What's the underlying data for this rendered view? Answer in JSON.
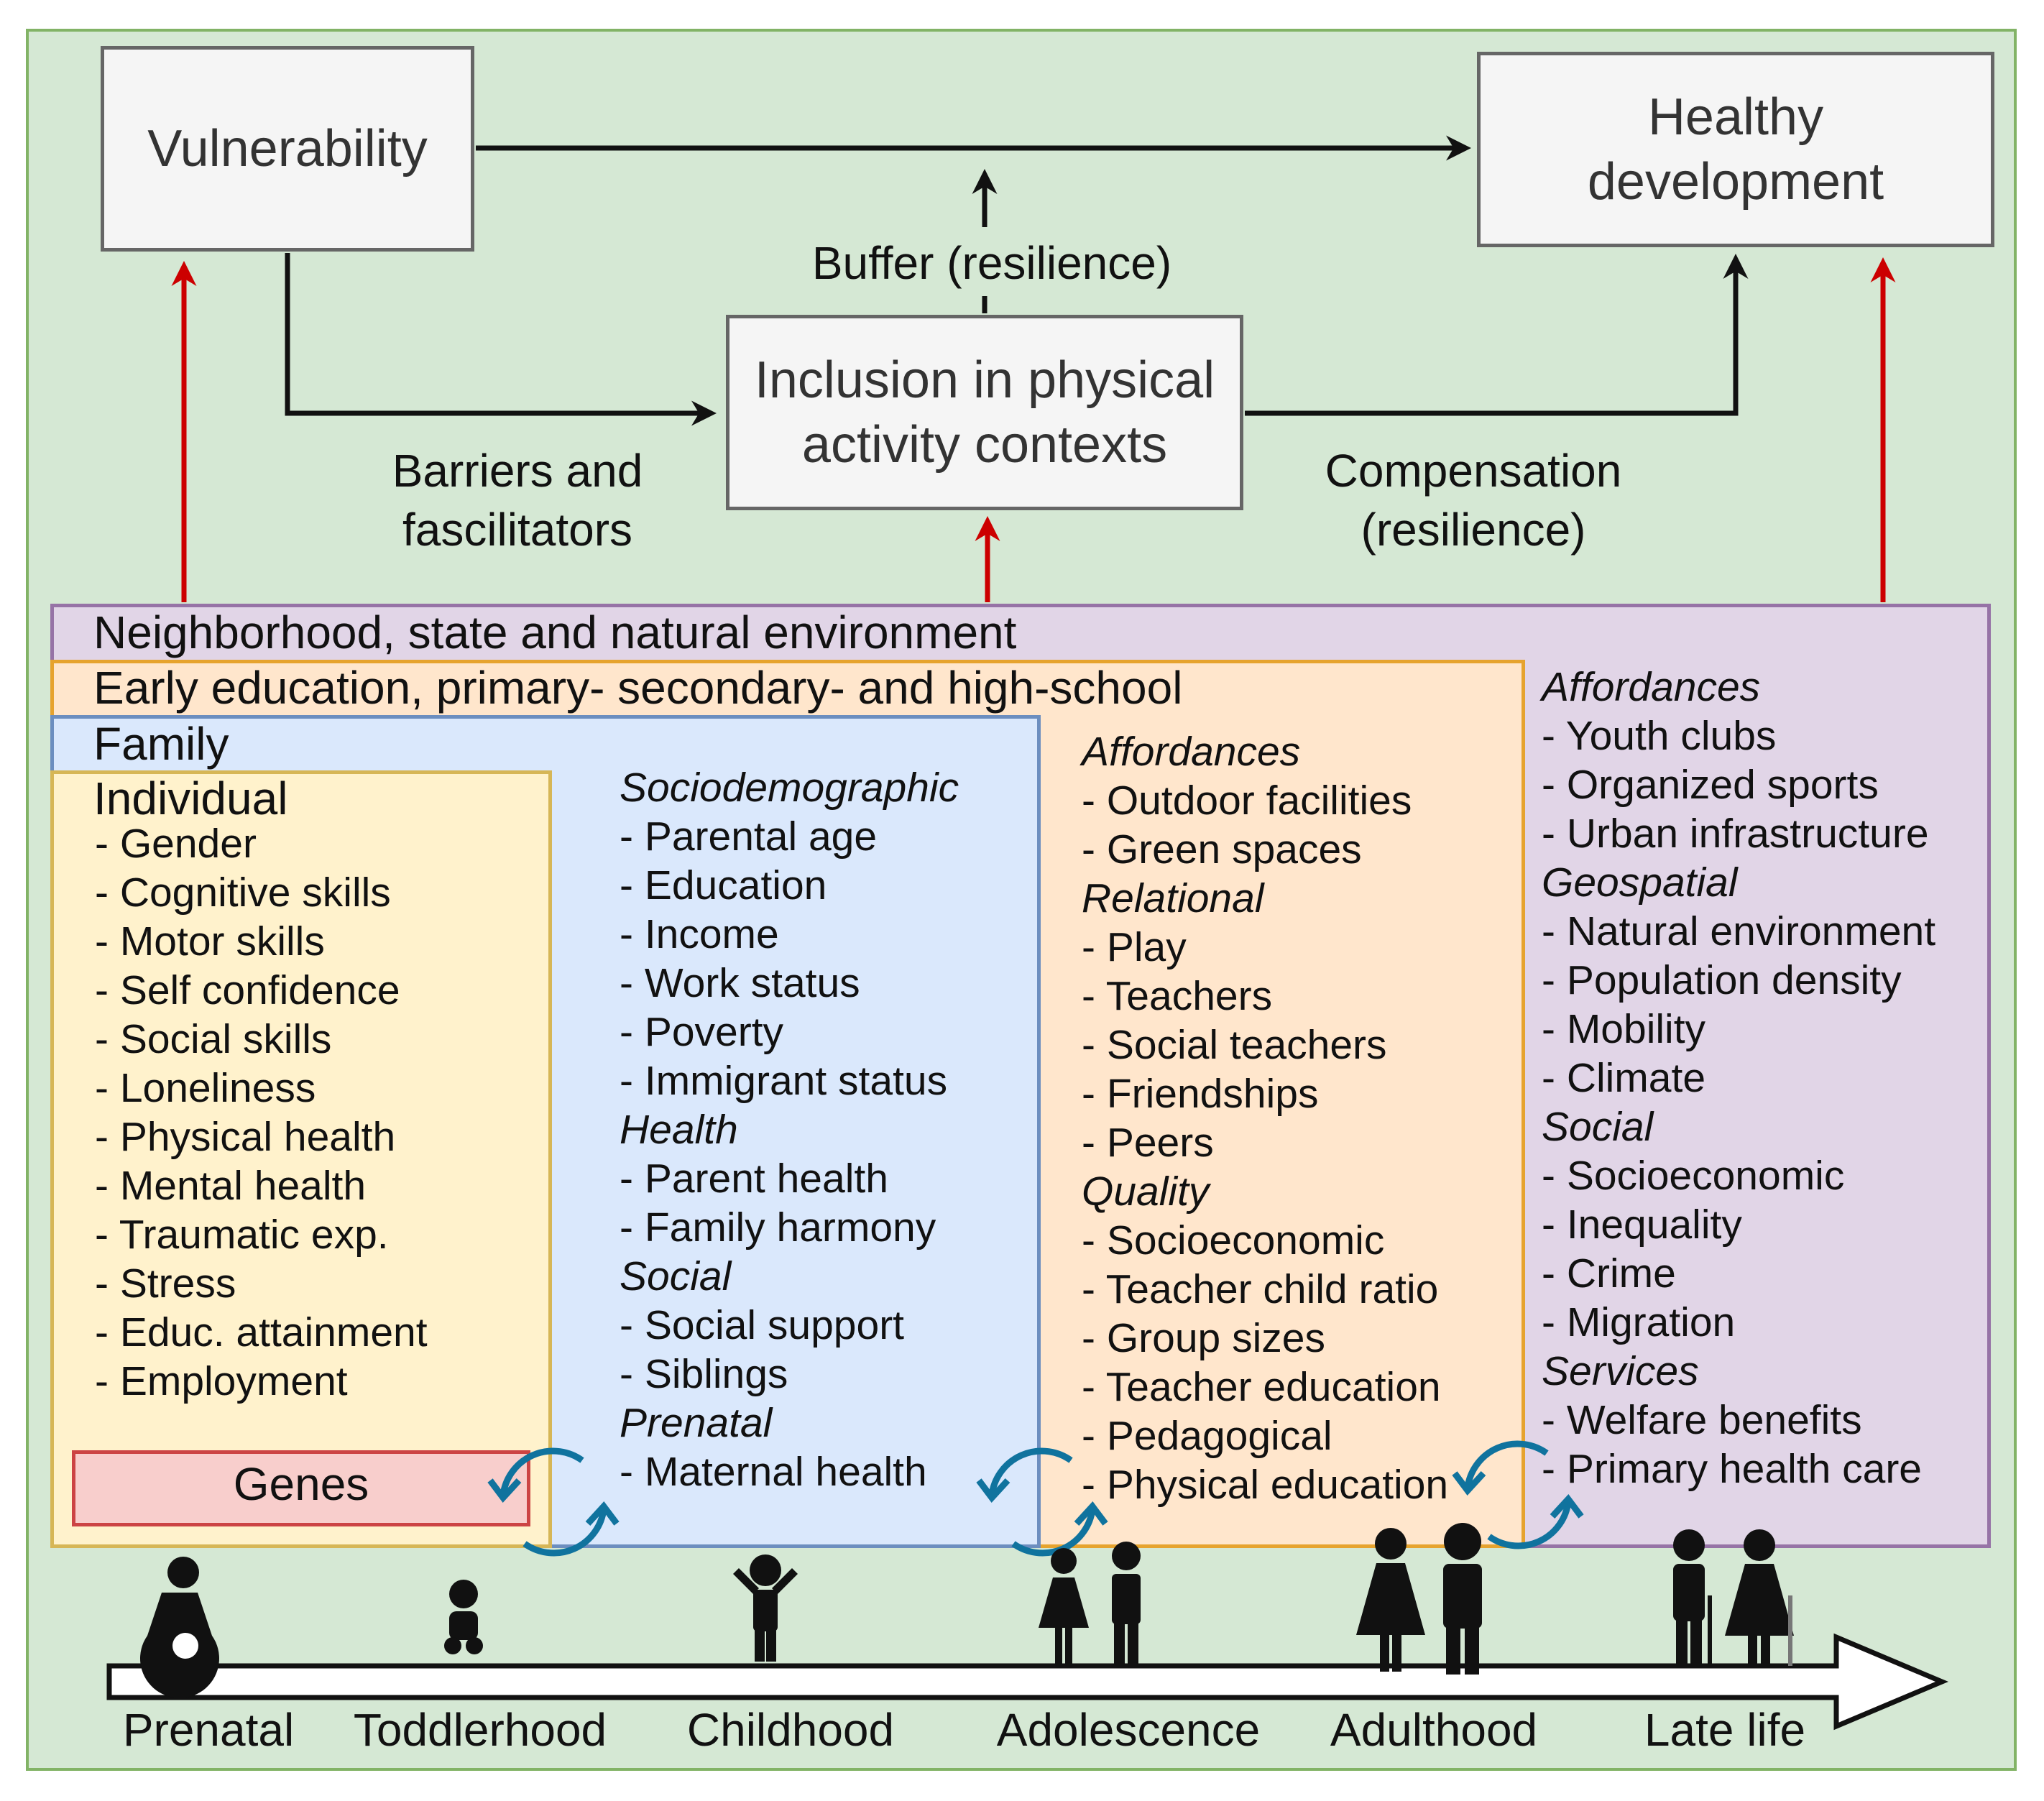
{
  "nodes": {
    "vulnerability": "Vulnerability",
    "healthy_development": "Healthy development",
    "inclusion": "Inclusion in physical activity contexts"
  },
  "edge_labels": {
    "buffer": "Buffer (resilience)",
    "barriers": "Barriers and fascilitators",
    "compensation": "Compensation (resilience)"
  },
  "environments": {
    "neighborhood": "Neighborhood, state and natural environment",
    "school": "Early education, primary- secondary- and high-school",
    "family": "Family",
    "individual": "Individual",
    "genes": "Genes"
  },
  "individual_items": [
    "- Gender",
    "- Cognitive skills",
    "- Motor skills",
    "- Self confidence",
    "- Social skills",
    "- Loneliness",
    "- Physical health",
    "- Mental health",
    "- Traumatic exp.",
    "- Stress",
    "- Educ. attainment",
    "- Employment"
  ],
  "family_groups": [
    {
      "category": "Sociodemographic",
      "items": [
        "- Parental age",
        "- Education",
        "- Income",
        "- Work status",
        "- Poverty",
        "- Immigrant status"
      ]
    },
    {
      "category": "Health",
      "items": [
        "- Parent health",
        "- Family harmony"
      ]
    },
    {
      "category": "Social",
      "items": [
        "- Social support",
        "- Siblings"
      ]
    },
    {
      "category": "Prenatal",
      "items": [
        "- Maternal health"
      ]
    }
  ],
  "school_groups": [
    {
      "category": "Affordances",
      "items": [
        "- Outdoor facilities",
        "- Green spaces"
      ]
    },
    {
      "category": "Relational",
      "items": [
        "- Play",
        "- Teachers",
        "- Social teachers",
        "- Friendships",
        "- Peers"
      ]
    },
    {
      "category": "Quality",
      "items": [
        "- Socioeconomic",
        "- Teacher child ratio",
        "- Group sizes",
        "- Teacher education",
        "- Pedagogical",
        "- Physical education"
      ]
    }
  ],
  "neighborhood_groups": [
    {
      "category": "Affordances",
      "items": [
        "- Youth clubs",
        "- Organized sports",
        "- Urban infrastructure"
      ]
    },
    {
      "category": "Geospatial",
      "items": [
        "- Natural environment",
        "- Population density",
        "- Mobility",
        "- Climate"
      ]
    },
    {
      "category": "Social",
      "items": [
        "- Socioeconomic",
        "- Inequality",
        "- Crime",
        "- Migration"
      ]
    },
    {
      "category": "Services",
      "items": [
        "- Welfare benefits",
        "- Primary health care"
      ]
    }
  ],
  "life_stages": [
    "Prenatal",
    "Toddlerhood",
    "Childhood",
    "Adolescence",
    "Adulthood",
    "Late life"
  ],
  "icons": [
    "pregnant-woman-icon",
    "toddler-icon",
    "child-icon",
    "adolescents-icon",
    "adults-icon",
    "elderly-couple-icon",
    "cycle-arrows-icon"
  ],
  "colors": {
    "background": "#d5e8d4",
    "neighborhood": "#e1d5e7",
    "school": "#ffe6cc",
    "family": "#dae8fc",
    "individual": "#fff2cc",
    "genes": "#f8cecc",
    "influence_arrow": "#cc0000",
    "cycle": "#10739e"
  }
}
